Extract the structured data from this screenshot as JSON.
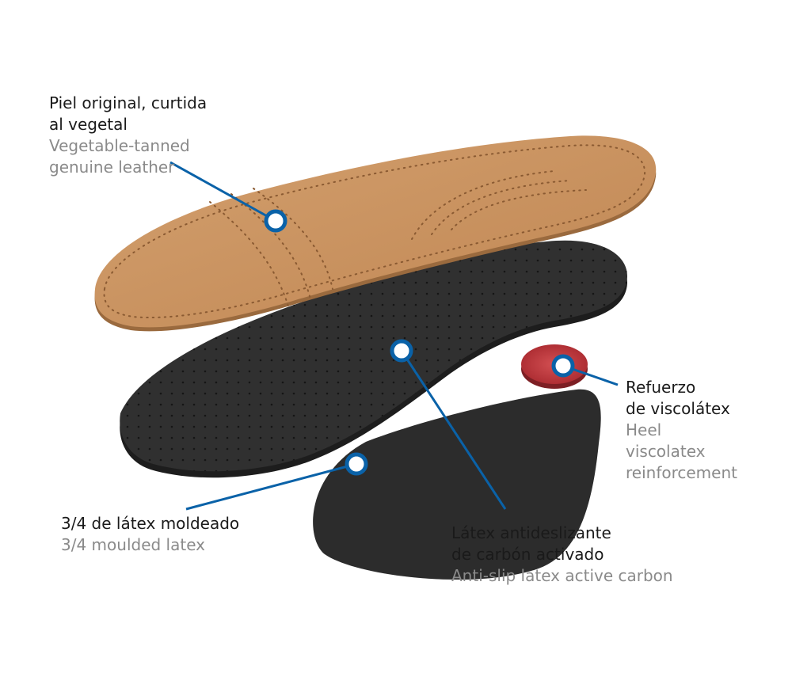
{
  "colors": {
    "accent": "#0a62a8",
    "leather": "#c8935f",
    "black_layer": "#2b2b2b",
    "heel_pad": "#c23a3f",
    "spanish_text": "#1a1a1a",
    "english_text": "#8a8a8a"
  },
  "callouts": {
    "leather": {
      "es_1": "Piel original, curtida",
      "es_2": "al vegetal",
      "en_1": "Vegetable-tanned",
      "en_2": "genuine leather"
    },
    "heel": {
      "es_1": "Refuerzo",
      "es_2": "de viscolátex",
      "en_1": "Heel",
      "en_2": "viscolatex",
      "en_3": "reinforcement"
    },
    "latex34": {
      "es_1": "3/4 de látex moldeado",
      "en_1": "3/4 moulded latex"
    },
    "carbon": {
      "es_1": "Látex antideslizante",
      "es_2": "de carbón activado",
      "en_1": "Anti-slip latex active carbon"
    }
  }
}
